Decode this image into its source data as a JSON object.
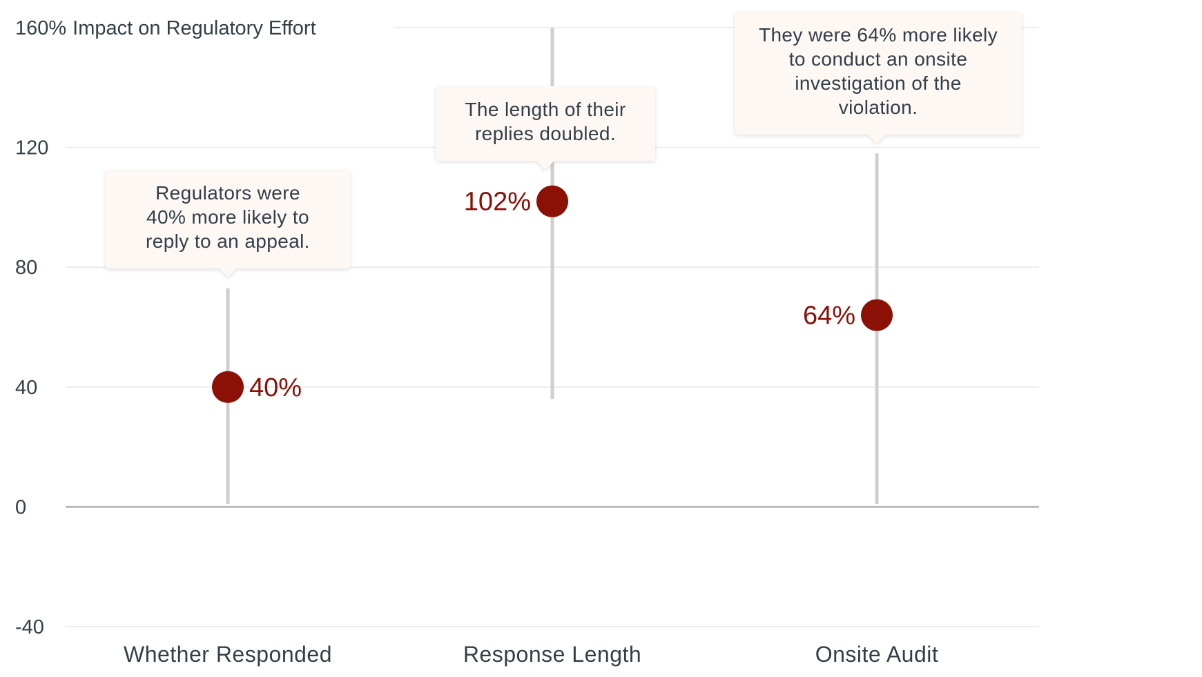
{
  "chart_data": {
    "type": "scatter",
    "title": "",
    "ylabel": "Impact on Regulatory Effort",
    "ylim": [
      -40,
      160
    ],
    "yticks": [
      {
        "value": -40,
        "label": "-40"
      },
      {
        "value": 0,
        "label": "0"
      },
      {
        "value": 40,
        "label": "40"
      },
      {
        "value": 80,
        "label": "80"
      },
      {
        "value": 120,
        "label": "120"
      },
      {
        "value": 160,
        "label": "160%"
      }
    ],
    "grid": true,
    "categories": [
      "Whether Responded",
      "Response Length",
      "Onsite Audit"
    ],
    "points": [
      {
        "category": "Whether Responded",
        "value": 40,
        "label": "40%",
        "ci": [
          1,
          73
        ],
        "label_side": "right",
        "annotation": [
          "Regulators were",
          "40% more likely to",
          "reply to an appeal."
        ]
      },
      {
        "category": "Response Length",
        "value": 102,
        "label": "102%",
        "ci": [
          36,
          160
        ],
        "label_side": "left",
        "annotation": [
          "The length of their",
          "replies doubled."
        ]
      },
      {
        "category": "Onsite Audit",
        "value": 64,
        "label": "64%",
        "ci": [
          1,
          118
        ],
        "label_side": "left",
        "annotation": [
          "They were 64% more likely",
          "to conduct an onsite",
          "investigation of the",
          "violation."
        ]
      }
    ],
    "colors": {
      "point": "#8b1006",
      "ci_line": "#cfcfcf",
      "grid": "#ececec",
      "zero_line": "#b9b9b9",
      "text": "#333f48",
      "callout_bg": "#fdf8f4"
    }
  }
}
